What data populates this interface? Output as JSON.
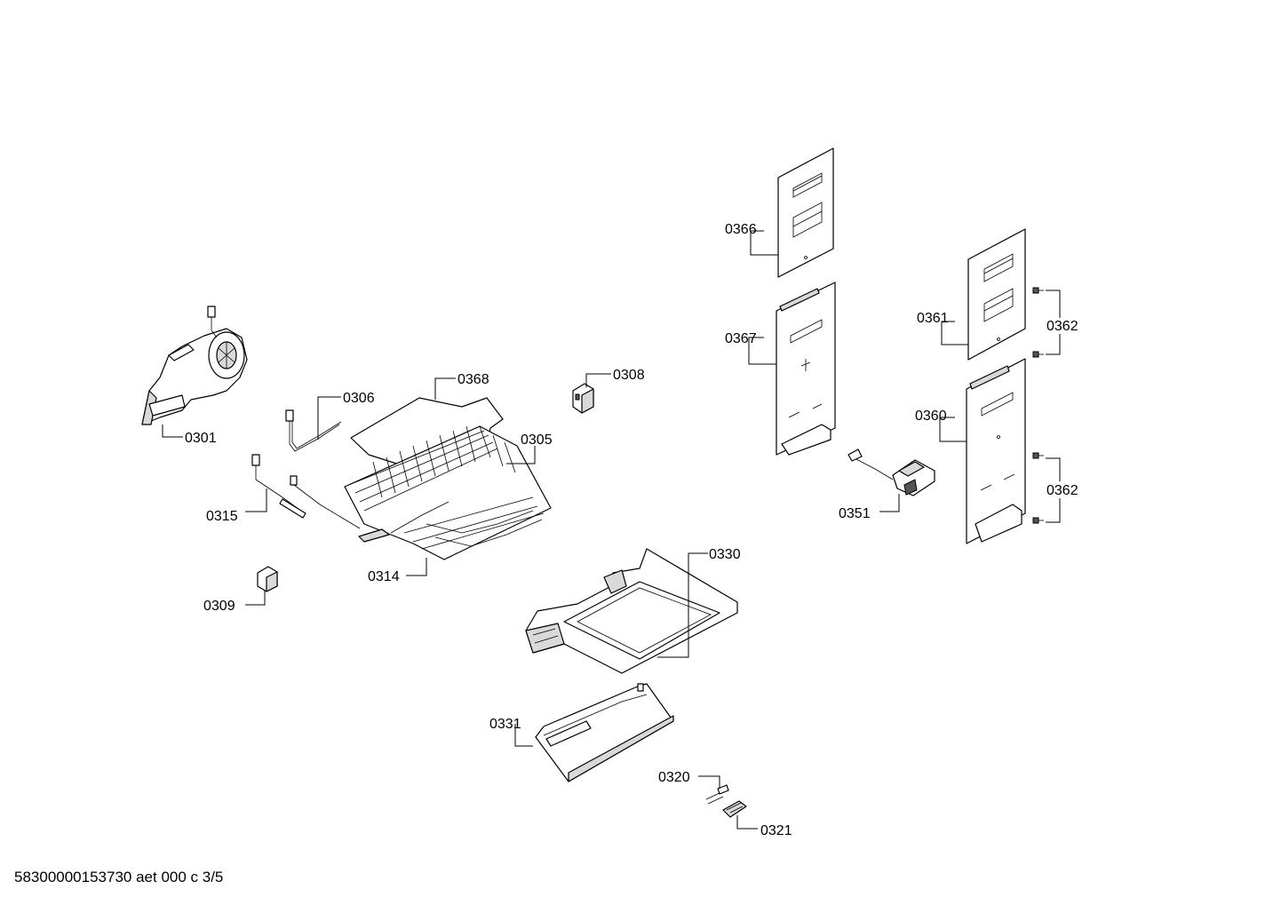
{
  "footer": {
    "doc_id": "58300000153730 aet 000 c 3/5"
  },
  "labels": {
    "p0301": "0301",
    "p0305": "0305",
    "p0306": "0306",
    "p0308": "0308",
    "p0309": "0309",
    "p0314": "0314",
    "p0315": "0315",
    "p0320": "0320",
    "p0321": "0321",
    "p0330": "0330",
    "p0331": "0331",
    "p0351": "0351",
    "p0360": "0360",
    "p0361": "0361",
    "p0362a": "0362",
    "p0362b": "0362",
    "p0366": "0366",
    "p0367": "0367",
    "p0368": "0368"
  }
}
